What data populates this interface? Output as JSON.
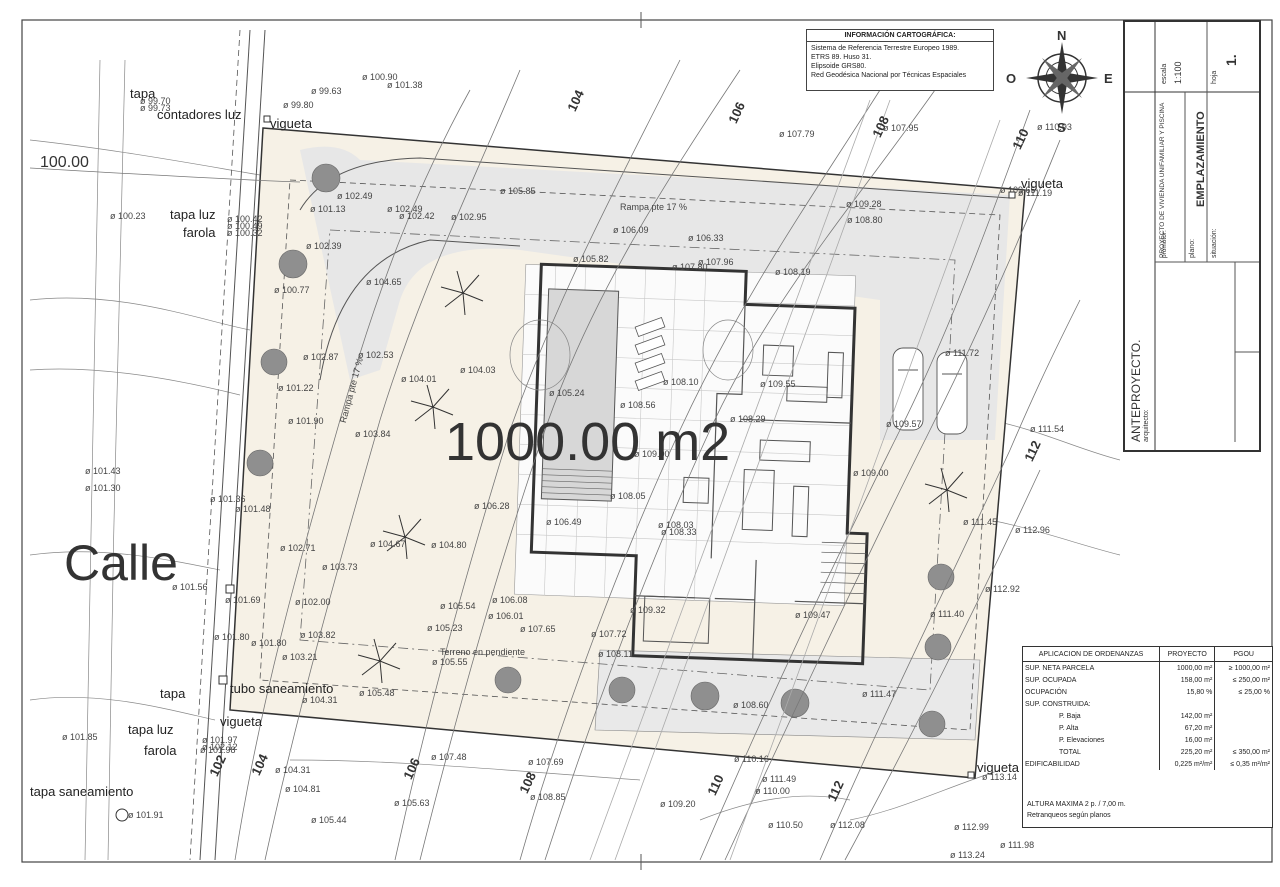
{
  "street_label": "Calle",
  "area_label": "1000.00 m2",
  "compass": {
    "north": "N",
    "south": "S",
    "east": "E",
    "west": "O"
  },
  "carto_info": {
    "title": "INFORMACIÓN CARTOGRÁFICA:",
    "lines": [
      "Sistema de Referencia Terrestre Europeo 1989.",
      "ETRS 89. Huso 31.",
      "Elipsoide GRS80.",
      "Red Geodésica Nacional por Técnicas Espaciales"
    ]
  },
  "title_block": {
    "escala_label": "escala",
    "escala_value": "1:100",
    "hoja_label": "hoja",
    "hoja_value": "1.",
    "proyecto": "PROYECTO DE VIVIENDA UNIFAMILIAR Y PISCINA",
    "promotor_label": "promotor:",
    "plano_label": "plano:",
    "plano_value": "EMPLAZAMIENTO",
    "situacion_label": "situación:",
    "phase": "ANTEPROYECTO.",
    "arquitecto_label": "arquitecto:"
  },
  "map_labels": {
    "tapa_top": "tapa",
    "contadores_luz": "contadores luz",
    "vigueta_top": "vigueta",
    "tapa_luz_top": "tapa luz",
    "farola_top": "farola",
    "vigueta_right": "vigueta",
    "tapa_bottom": "tapa",
    "tubo_saneamiento": "tubo saneamiento",
    "vigueta_bottom": "vigueta",
    "tapa_luz_bottom": "tapa luz",
    "farola_bottom": "farola",
    "tapa_saneamiento": "tapa saneamiento",
    "vigueta_br": "vigueta",
    "rampa": "Rampa pte 17 %",
    "terreno": "Terreno en pendiente",
    "rampa_side": "Rampa pte 17 %"
  },
  "contours": [
    "100.00",
    "102",
    "104",
    "104",
    "106",
    "106",
    "108",
    "108",
    "110",
    "110",
    "112",
    "112"
  ],
  "spot_elevations": [
    "100.90",
    "101.38",
    "99.80",
    "99.63",
    "107.95",
    "110.93",
    "107.79",
    "109.28",
    "108.80",
    "111.19",
    "109.65",
    "100.23",
    "102.49",
    "101.13",
    "102.49",
    "102.42",
    "102.95",
    "105.85",
    "106.09",
    "106.33",
    "105.82",
    "107.80",
    "107.96",
    "108.19",
    "102.39",
    "100.77",
    "104.65",
    "102.87",
    "102.53",
    "104.01",
    "104.03",
    "101.22",
    "105.24",
    "108.10",
    "109.55",
    "108.56",
    "108.29",
    "101.90",
    "103.84",
    "109.00",
    "109.57",
    "111.54",
    "101.43",
    "101.30",
    "101.36",
    "101.48",
    "106.28",
    "108.05",
    "109.00",
    "106.49",
    "108.03",
    "108.33",
    "102.71",
    "104.67",
    "104.80",
    "103.73",
    "111.45",
    "112.96",
    "101.56",
    "101.69",
    "102.00",
    "105.54",
    "106.08",
    "106.01",
    "107.65",
    "105.23",
    "107.72",
    "108.11",
    "109.32",
    "109.47",
    "111.40",
    "112.92",
    "103.82",
    "101.80",
    "101.80",
    "103.21",
    "105.55",
    "104.31",
    "105.48",
    "108.60",
    "111.47",
    "101.97",
    "102.12",
    "101.98",
    "101.85",
    "104.31",
    "104.81",
    "105.63",
    "105.44",
    "107.48",
    "107.69",
    "108.85",
    "109.20",
    "110.16",
    "111.49",
    "110.00",
    "110.50",
    "112.08",
    "112.99",
    "113.14",
    "101.91",
    "111.72",
    "111.98",
    "113.24",
    "99.70",
    "99.73",
    "100.42",
    "100.49",
    "100.32"
  ],
  "ordenanzas": {
    "headers": [
      "APLICACION DE ORDENANZAS",
      "PROYECTO",
      "PGOU"
    ],
    "rows": [
      {
        "label": "SUP. NETA PARCELA",
        "indent": false,
        "proyecto": "1000,00 m²",
        "pgou": "≥ 1000,00 m²"
      },
      {
        "label": "SUP. OCUPADA",
        "indent": false,
        "proyecto": "158,00 m²",
        "pgou": "≤ 250,00 m²"
      },
      {
        "label": "OCUPACIÓN",
        "indent": false,
        "proyecto": "15,80 %",
        "pgou": "≤ 25,00 %"
      },
      {
        "label": "SUP. CONSTRUIDA:",
        "indent": false,
        "proyecto": "",
        "pgou": ""
      },
      {
        "label": "P. Baja",
        "indent": true,
        "proyecto": "142,00 m²",
        "pgou": ""
      },
      {
        "label": "P. Alta",
        "indent": true,
        "proyecto": "67,20 m²",
        "pgou": ""
      },
      {
        "label": "P. Elevaciones",
        "indent": true,
        "proyecto": "16,00 m²",
        "pgou": ""
      },
      {
        "label": "TOTAL",
        "indent": true,
        "proyecto": "225,20 m²",
        "pgou": "≤ 350,00 m²"
      },
      {
        "label": "EDIFICABILIDAD",
        "indent": false,
        "proyecto": "0,225 m²/m²",
        "pgou": "≤ 0,35 m²/m²"
      }
    ],
    "altura": "ALTURA MAXIMA    2 p. / 7,00 m.",
    "retranqueos": "Retranqueos según planos"
  }
}
